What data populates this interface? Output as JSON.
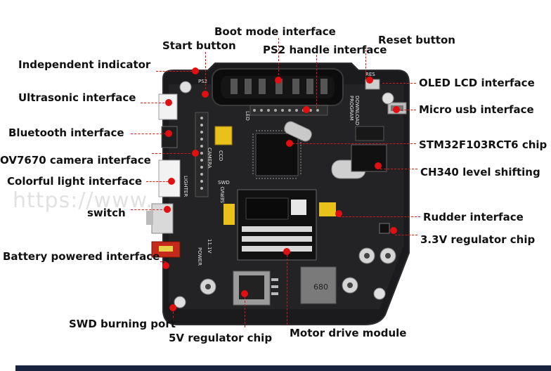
{
  "labels": {
    "boot_mode": "Boot mode interface",
    "start_button": "Start button",
    "ps2_handle": "PS2 handle interface",
    "reset_button": "Reset button",
    "independent_indicator": "Independent indicator",
    "oled_lcd": "OLED LCD interface",
    "ultrasonic": "Ultrasonic interface",
    "micro_usb": "Micro usb interface",
    "bluetooth": "Bluetooth interface",
    "stm32_chip": "STM32F103RCT6 chip",
    "ov7670_camera": "OV7670 camera interface",
    "ch340": "CH340 level shifting",
    "colorful_light": "Colorful light interface",
    "switch": "switch",
    "rudder": "Rudder interface",
    "regulator_3v3": "3.3V regulator chip",
    "battery_powered": "Battery powered interface",
    "swd_burning": "SWD burning port",
    "regulator_5v": "5V regulator chip",
    "motor_drive": "Motor drive module"
  },
  "watermark": "https://www.................../4934055",
  "board_text": {
    "servo": "SERVO",
    "swd": "SWD",
    "lighter": "LIGHTER",
    "camera": "CAMERA",
    "power": "POWER",
    "voltage": "11.1V",
    "inductor": "680",
    "res": "RES",
    "led": "LED",
    "ccd": "CCD",
    "ps2": "PS2",
    "program": "PROGRAM",
    "download": "DOWNLOAD"
  },
  "colors": {
    "leader": "#d11a1a",
    "dot": "#e10f0f",
    "pcb": "#1c1c1e",
    "bottom_bar": "#17233f"
  }
}
